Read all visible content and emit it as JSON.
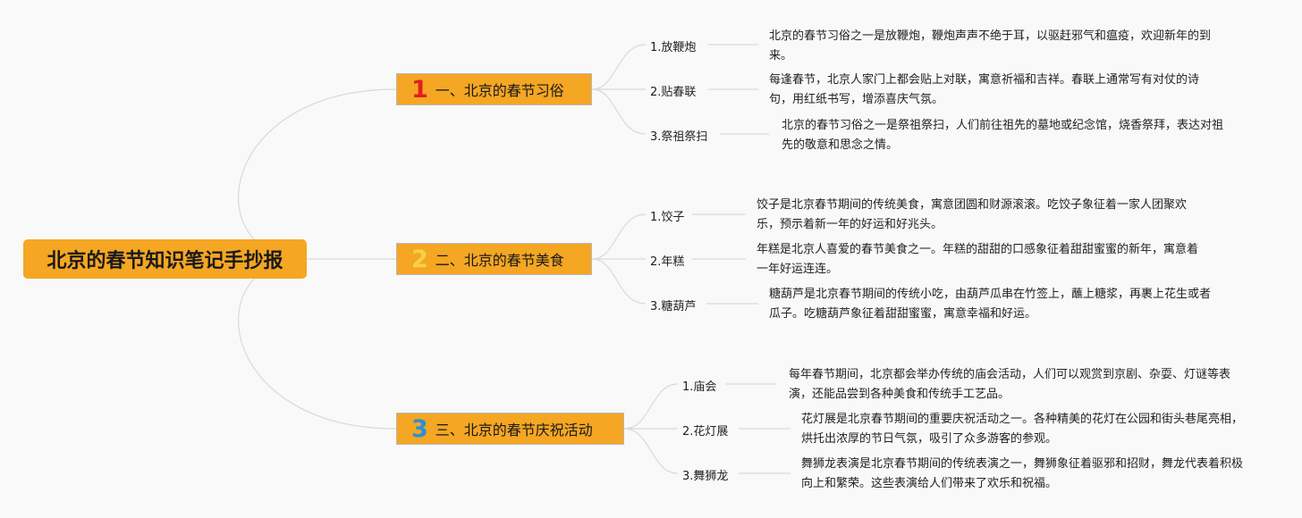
{
  "root": {
    "title": "北京的春节知识笔记手抄报",
    "color": "#f5a623"
  },
  "branches": [
    {
      "num": "1",
      "num_color": "#e02020",
      "title": "一、北京的春节习俗",
      "items": [
        {
          "label": "1.放鞭炮",
          "desc": "北京的春节习俗之一是放鞭炮，鞭炮声声不绝于耳，以驱赶邪气和瘟疫，欢迎新年的到来。"
        },
        {
          "label": "2.贴春联",
          "desc": "每逢春节，北京人家门上都会贴上对联，寓意祈福和吉祥。春联上通常写有对仗的诗句，用红纸书写，增添喜庆气氛。"
        },
        {
          "label": "3.祭祖祭扫",
          "desc": "北京的春节习俗之一是祭祖祭扫，人们前往祖先的墓地或纪念馆，烧香祭拜，表达对祖先的敬意和思念之情。"
        }
      ]
    },
    {
      "num": "2",
      "num_color": "#f7d14a",
      "title": "二、北京的春节美食",
      "items": [
        {
          "label": "1.饺子",
          "desc": "饺子是北京春节期间的传统美食，寓意团圆和财源滚滚。吃饺子象征着一家人团聚欢乐，预示着新一年的好运和好兆头。"
        },
        {
          "label": "2.年糕",
          "desc": "年糕是北京人喜爱的春节美食之一。年糕的甜甜的口感象征着甜甜蜜蜜的新年，寓意着一年好运连连。"
        },
        {
          "label": "3.糖葫芦",
          "desc": "糖葫芦是北京春节期间的传统小吃，由葫芦瓜串在竹签上，蘸上糖浆，再裹上花生或者瓜子。吃糖葫芦象征着甜甜蜜蜜，寓意幸福和好运。"
        }
      ]
    },
    {
      "num": "3",
      "num_color": "#2a8fd6",
      "title": "三、北京的春节庆祝活动",
      "items": [
        {
          "label": "1.庙会",
          "desc": "每年春节期间，北京都会举办传统的庙会活动，人们可以观赏到京剧、杂耍、灯谜等表演，还能品尝到各种美食和传统手工艺品。"
        },
        {
          "label": "2.花灯展",
          "desc": "花灯展是北京春节期间的重要庆祝活动之一。各种精美的花灯在公园和街头巷尾亮相，烘托出浓厚的节日气氛，吸引了众多游客的参观。"
        },
        {
          "label": "3.舞狮龙",
          "desc": "舞狮龙表演是北京春节期间的传统表演之一，舞狮象征着驱邪和招财，舞龙代表着积极向上和繁荣。这些表演给人们带来了欢乐和祝福。"
        }
      ]
    }
  ]
}
